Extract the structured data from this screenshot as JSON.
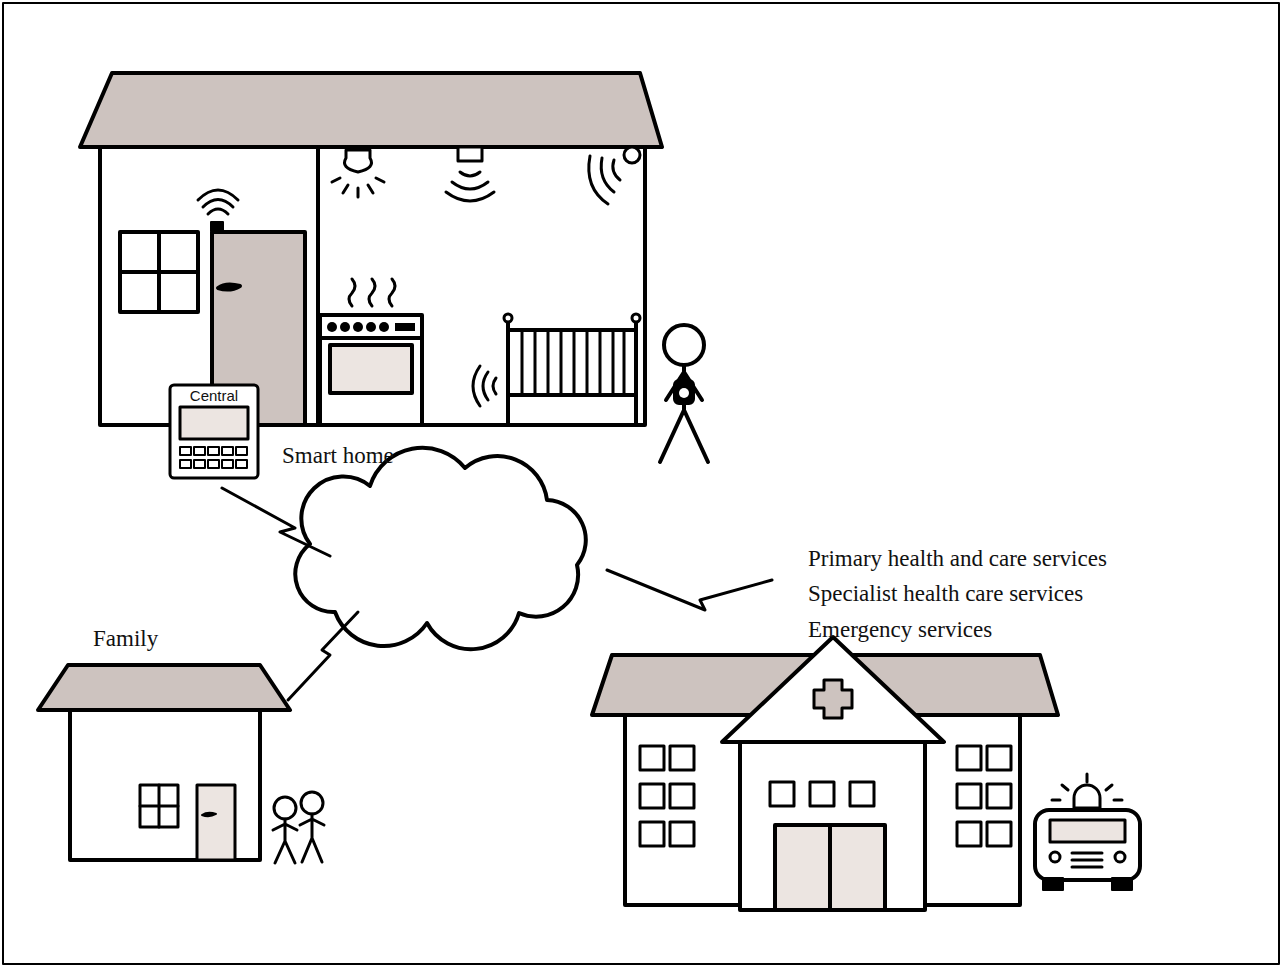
{
  "diagram": {
    "nodes": [
      {
        "text": [
          "Smart home"
        ]
      },
      {
        "text": [
          "Central"
        ]
      },
      {
        "text": [
          "Family"
        ]
      },
      {
        "text": [
          "Primary health and care services",
          "Specialist health care services",
          "Emergency services"
        ]
      }
    ]
  }
}
